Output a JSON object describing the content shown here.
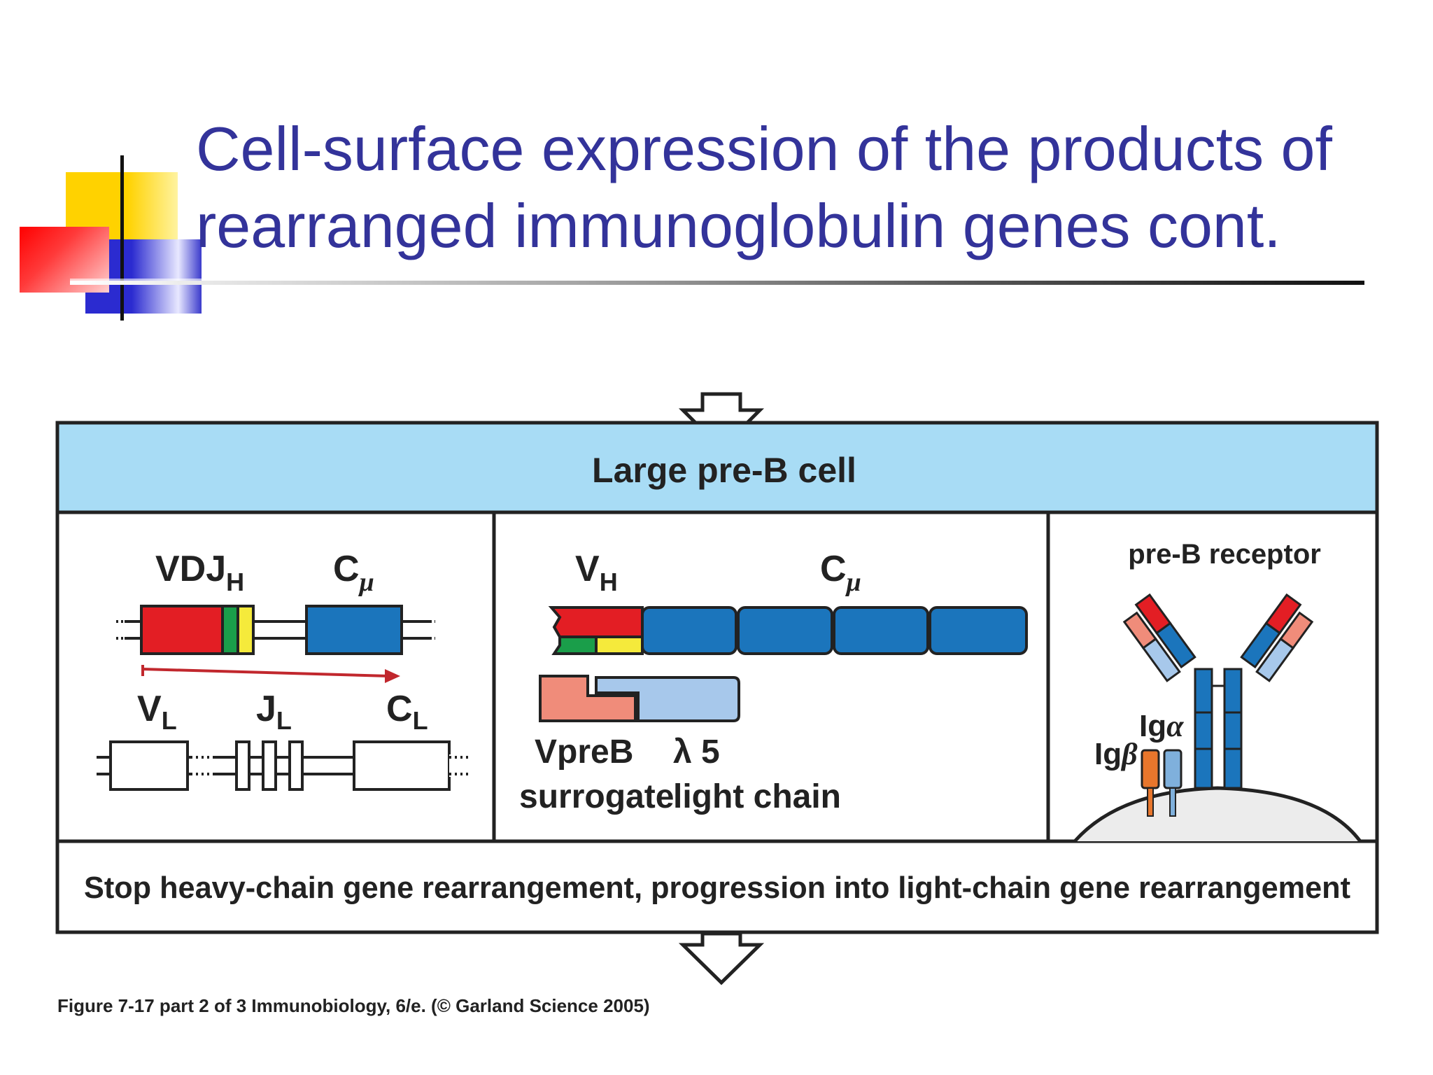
{
  "slide": {
    "title_line1": "Cell-surface expression of the products of",
    "title_line2": "rearranged immunoglobulin genes cont."
  },
  "figure": {
    "header": "Large pre-B cell",
    "footer": "Stop heavy-chain gene rearrangement, progression into light-chain gene rearrangement",
    "caption": "Figure 7-17 part 2 of 3  Immunobiology, 6/e. (© Garland Science 2005)",
    "panel_genes": {
      "vdj_main": "VDJ",
      "vdj_sub": "H",
      "cmu_main": "C",
      "cmu_sub": "μ",
      "vl_main": "V",
      "vl_sub": "L",
      "jl_main": "J",
      "jl_sub": "L",
      "cl_main": "C",
      "cl_sub": "L"
    },
    "panel_heavy_chain": {
      "vh_main": "V",
      "vh_sub": "H",
      "cmu_main": "C",
      "cmu_sub": "μ",
      "vpreb": "VpreB",
      "lambda5": "λ 5",
      "surrogate_1": "surrogate",
      "surrogate_2": "light chain"
    },
    "panel_receptor": {
      "title": "pre-B receptor",
      "iga_main": "Ig",
      "iga_greek": "α",
      "igb_main": "Ig",
      "igb_greek": "β"
    }
  },
  "colors": {
    "title": "#33339a",
    "header_band": "#a8dcf5",
    "red": "#e31e24",
    "blue": "#1b75bc",
    "light_blue": "#a7c8eb",
    "salmon": "#f08c7a",
    "green": "#1a9e4a",
    "yellow": "#f5ea3b",
    "orange": "#e8762c"
  }
}
